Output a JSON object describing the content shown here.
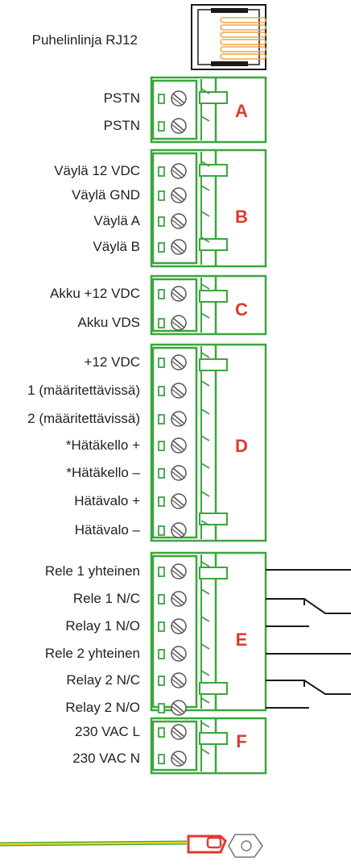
{
  "title": "Puhelinlinja RJ12",
  "colors": {
    "green": "#3aa63c",
    "red": "#e03a2f",
    "black": "#1a1a1a",
    "orange": "#f0a64a",
    "yellow": "#e6d21e"
  },
  "blocks": [
    {
      "letter": "A",
      "labels": [
        "PSTN",
        "PSTN"
      ]
    },
    {
      "letter": "B",
      "labels": [
        "Väylä 12 VDC",
        "Väylä GND",
        "Väylä A",
        "Väylä B"
      ]
    },
    {
      "letter": "C",
      "labels": [
        "Akku +12 VDC",
        "Akku VDS"
      ]
    },
    {
      "letter": "D",
      "labels": [
        "+12 VDC",
        "1 (määritettävissä)",
        "2 (määritettävissä)",
        "*Hätäkello +",
        "*Hätäkello –",
        "Hätävalo +",
        "Hätävalo –"
      ]
    },
    {
      "letter": "E",
      "labels": [
        "Rele 1 yhteinen",
        "Rele 1 N/C",
        "Relay 1 N/O",
        "Rele 2 yhteinen",
        "Relay 2 N/C",
        "Relay 2 N/O"
      ]
    },
    {
      "letter": "F",
      "labels": [
        "230 VAC L",
        "230 VAC N"
      ]
    }
  ]
}
